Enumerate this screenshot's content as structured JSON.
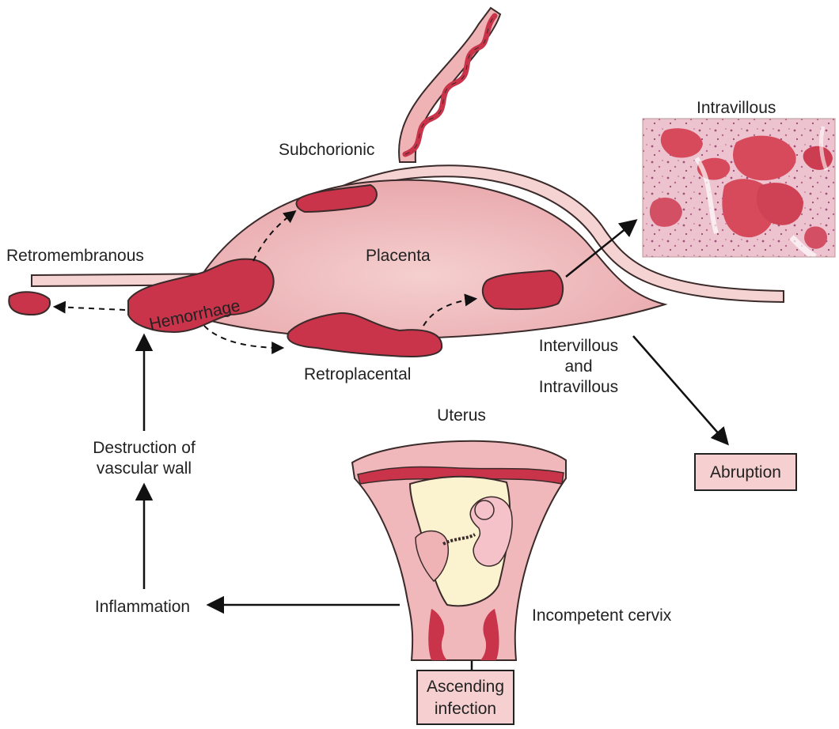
{
  "labels": {
    "subchorionic": "Subchorionic",
    "intravillous": "Intravillous",
    "retromembranous": "Retromembranous",
    "placenta": "Placenta",
    "hemorrhage": "Hemorrhage",
    "retroplacental": "Retroplacental",
    "intervillous_line1": "Intervillous",
    "intervillous_line2": "and",
    "intervillous_line3": "Intravillous",
    "uterus": "Uterus",
    "destruction_line1": "Destruction of",
    "destruction_line2": "vascular wall",
    "inflammation": "Inflammation",
    "incompetent_cervix": "Incompetent cervix",
    "abruption": "Abruption",
    "ascending_line1": "Ascending",
    "ascending_line2": "infection"
  },
  "colors": {
    "placenta_fill": "#f2c2c2",
    "hemorrhage_fill": "#c9344a",
    "membrane_fill": "#f6d3d3",
    "box_fill": "#f6d0d0",
    "histology_bg": "#e9b8c4",
    "histology_blob": "#d9485a",
    "outline": "#3a2a2a",
    "cavity_fill": "#fbf2cf"
  }
}
